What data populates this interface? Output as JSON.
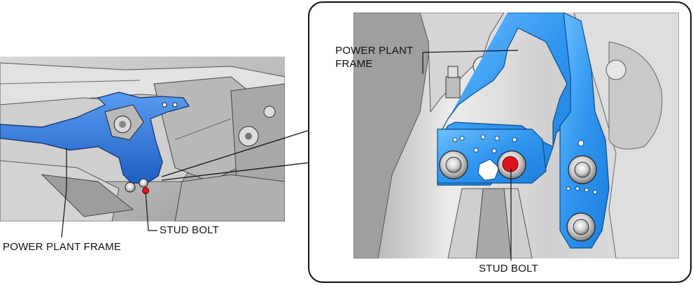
{
  "labels": {
    "left_frame": "POWER PLANT FRAME",
    "left_bolt": "STUD BOLT",
    "detail_frame_line1": "POWER PLANT",
    "detail_frame_line2": "FRAME",
    "detail_bolt": "STUD BOLT"
  },
  "colors": {
    "frame_blue": "#2f73d8",
    "frame_blue_light": "#5a9cf0",
    "detail_blue": "#3da3f2",
    "stud_red": "#e0141e",
    "chassis_gray": "#c8c8c8",
    "outline": "#111111"
  }
}
